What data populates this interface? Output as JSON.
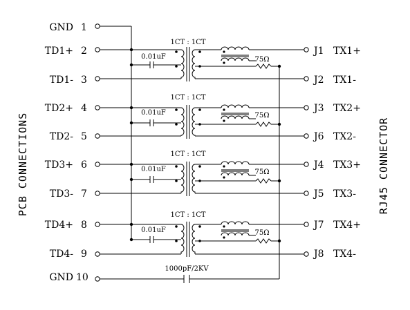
{
  "diagram": {
    "left_title": "PCB CONNECTIONS",
    "right_title": "RJ45 CONNECTOR",
    "pcb_pins": [
      {
        "name": "GND",
        "num": "1"
      },
      {
        "name": "TD1+",
        "num": "2"
      },
      {
        "name": "TD1-",
        "num": "3"
      },
      {
        "name": "TD2+",
        "num": "4"
      },
      {
        "name": "TD2-",
        "num": "5"
      },
      {
        "name": "TD3+",
        "num": "6"
      },
      {
        "name": "TD3-",
        "num": "7"
      },
      {
        "name": "TD4+",
        "num": "8"
      },
      {
        "name": "TD4-",
        "num": "9"
      },
      {
        "name": "GND",
        "num": "10"
      }
    ],
    "rj45_pins": [
      {
        "jack": "J1",
        "signal": "TX1+"
      },
      {
        "jack": "J2",
        "signal": "TX1-"
      },
      {
        "jack": "J3",
        "signal": "TX2+"
      },
      {
        "jack": "J6",
        "signal": "TX2-"
      },
      {
        "jack": "J4",
        "signal": "TX3+"
      },
      {
        "jack": "J5",
        "signal": "TX3-"
      },
      {
        "jack": "J7",
        "signal": "TX4+"
      },
      {
        "jack": "J8",
        "signal": "TX4-"
      }
    ],
    "channels": [
      {
        "ratio": "1CT : 1CT",
        "cap": "0.01uF",
        "res": "75Ω"
      },
      {
        "ratio": "1CT : 1CT",
        "cap": "0.01uF",
        "res": "75Ω"
      },
      {
        "ratio": "1CT : 1CT",
        "cap": "0.01uF",
        "res": "75Ω"
      },
      {
        "ratio": "1CT : 1CT",
        "cap": "0.01uF",
        "res": "75Ω"
      }
    ],
    "hv_cap": "1000pF/2KV"
  }
}
